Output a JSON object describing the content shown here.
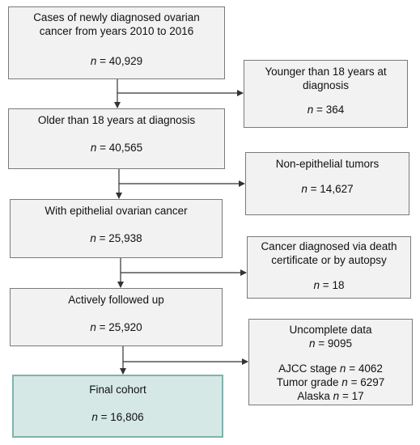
{
  "boxes": {
    "total": {
      "title": "Cases of newly diagnosed ovarian cancer from years 2010 to 2016",
      "n_symbol": "n",
      "n_value": "40,929"
    },
    "older": {
      "title": "Older than 18 years at diagnosis",
      "n_symbol": "n",
      "n_value": "40,565"
    },
    "epithelial": {
      "title": "With epithelial ovarian cancer",
      "n_symbol": "n",
      "n_value": "25,938"
    },
    "followed": {
      "title": "Actively followed up",
      "n_symbol": "n",
      "n_value": "25,920"
    },
    "final": {
      "title": "Final cohort",
      "n_symbol": "n",
      "n_value": "16,806"
    }
  },
  "exclusions": {
    "younger": {
      "title": "Younger than 18 years at diagnosis",
      "n_symbol": "n",
      "n_value": "364"
    },
    "non_epithelial": {
      "title": "Non-epithelial tumors",
      "n_symbol": "n",
      "n_value": "14,627"
    },
    "death_cert": {
      "title": "Cancer diagnosed via death certificate or by autopsy",
      "n_symbol": "n",
      "n_value": "18"
    },
    "incomplete": {
      "title": "Uncomplete data",
      "n_symbol": "n",
      "n_value": "9095",
      "details": [
        {
          "label": "AJCC stage",
          "n_symbol": "n",
          "n_value": "4062"
        },
        {
          "label": "Tumor grade",
          "n_symbol": "n",
          "n_value": "6297"
        },
        {
          "label": "Alaska",
          "n_symbol": "n",
          "n_value": "17"
        }
      ]
    }
  },
  "colors": {
    "box_fill": "#f2f2f2",
    "box_border": "#7a7a7a",
    "final_fill": "#d5e8e6",
    "final_border": "#7fb3ad",
    "line": "#333333"
  }
}
